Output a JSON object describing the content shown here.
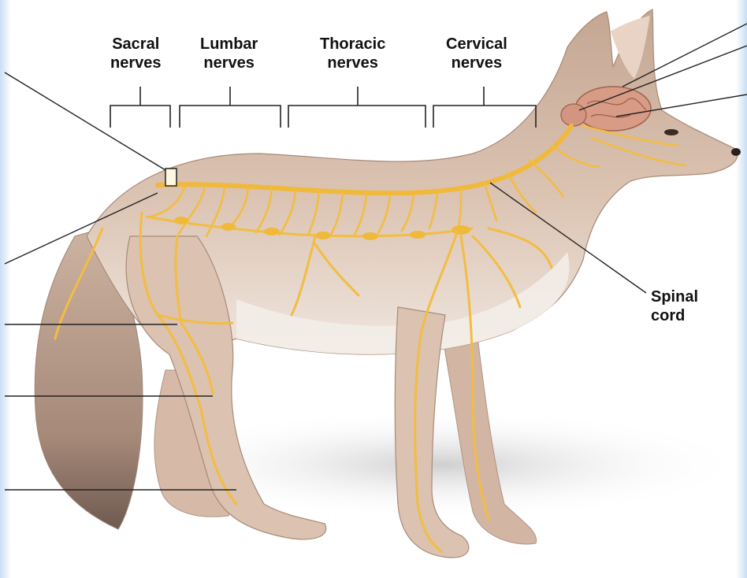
{
  "labels": {
    "sacral": [
      "Sacral",
      "nerves"
    ],
    "lumbar": [
      "Lumbar",
      "nerves"
    ],
    "thoracic": [
      "Thoracic",
      "nerves"
    ],
    "cervical": [
      "Cervical",
      "nerves"
    ],
    "spinal_cord": [
      "Spinal",
      "cord"
    ]
  },
  "colors": {
    "nerve": "#f0b93a",
    "fur": "#d9bba6",
    "fur_dark": "#b08e7c",
    "belly": "#f2ece6",
    "brain": "#d99a84",
    "leader_line": "#222222",
    "border": "#c9ddf3"
  }
}
